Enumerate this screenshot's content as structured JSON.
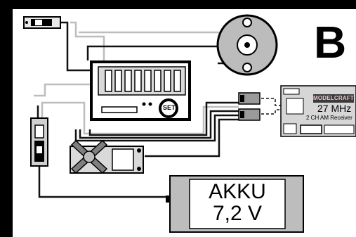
{
  "diagram": {
    "panel_label": "B",
    "set_button_label": "SET",
    "receiver": {
      "brand": "MODELCRAFT",
      "frequency": "27 MHz",
      "description": "2 CH AM Receiver"
    },
    "battery": {
      "label_line1": "AKKU",
      "label_line2": "7,2 V"
    }
  },
  "colors": {
    "frame": "#000000",
    "panel": "#ffffff",
    "component_fill": "#d9d9d9",
    "wire_dark": "#111111",
    "wire_light": "#bdbdbd",
    "battery_fill": "#cfcfcf"
  }
}
